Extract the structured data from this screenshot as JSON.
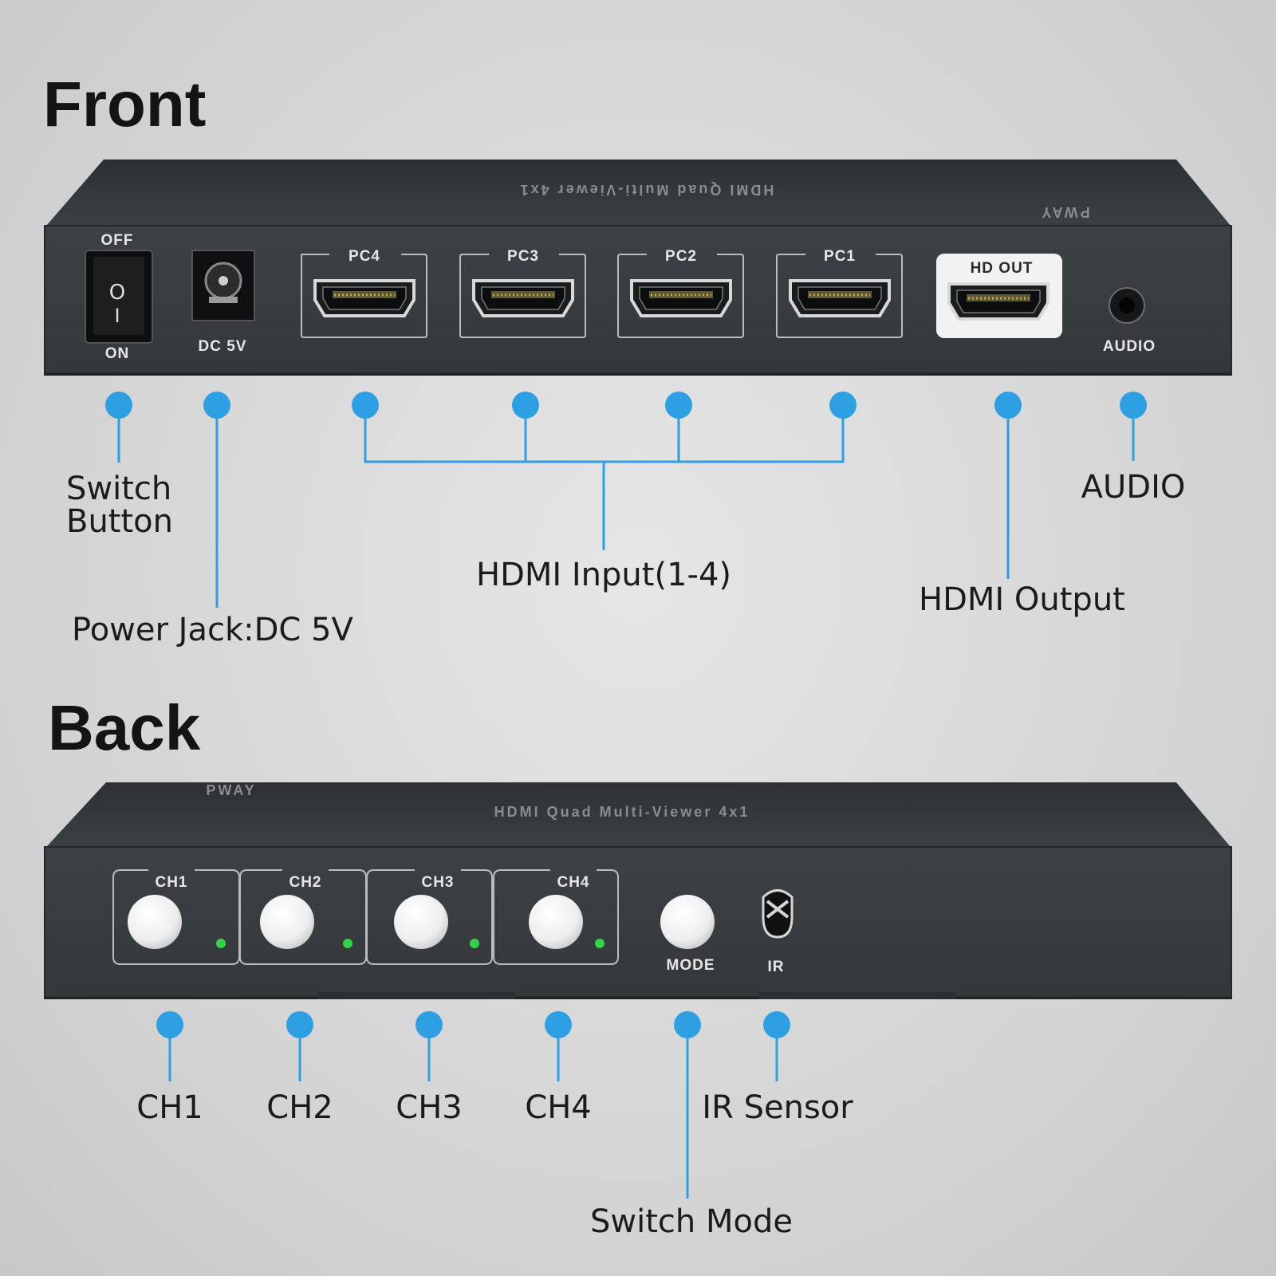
{
  "front": {
    "heading": "Front",
    "top_print": "HDMI Quad Multi-Viewer 4x1",
    "brand": "PWAY",
    "switch_off": "OFF",
    "switch_on": "ON",
    "switch_symbol_off": "O",
    "switch_symbol_on": "I",
    "dc_label": "DC 5V",
    "ports": [
      {
        "label": "PC4"
      },
      {
        "label": "PC3"
      },
      {
        "label": "PC2"
      },
      {
        "label": "PC1"
      }
    ],
    "output_label": "HD OUT",
    "audio_label": "AUDIO",
    "callouts": {
      "switch_button_line1": "Switch",
      "switch_button_line2": "Button",
      "power_jack": "Power Jack:DC 5V",
      "hdmi_input": "HDMI Input(1-4)",
      "hdmi_output": "HDMI Output",
      "audio": "AUDIO"
    }
  },
  "back": {
    "heading": "Back",
    "brand": "PWAY",
    "top_print": "HDMI Quad Multi-Viewer 4x1",
    "channels": [
      {
        "label": "CH1"
      },
      {
        "label": "CH2"
      },
      {
        "label": "CH3"
      },
      {
        "label": "CH4"
      }
    ],
    "mode_label": "MODE",
    "ir_label": "IR",
    "callouts": {
      "ch1": "CH1",
      "ch2": "CH2",
      "ch3": "CH3",
      "ch4": "CH4",
      "ir_sensor": "IR Sensor",
      "switch_mode": "Switch Mode"
    }
  },
  "colors": {
    "accent": "#2f9fe4",
    "device_body": "#3a3f41",
    "led": "#35d14a"
  }
}
